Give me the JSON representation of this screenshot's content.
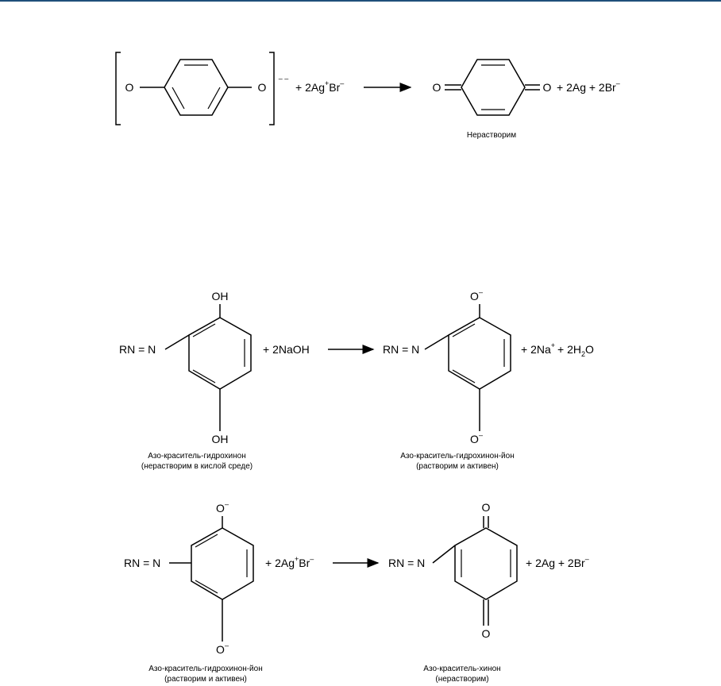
{
  "colors": {
    "top_rule": "#1f4f7a",
    "ink": "#000000"
  },
  "r1": {
    "o_left": "O",
    "o_right": "O",
    "charge": "– –",
    "reagent_a": "+ 2Ag",
    "reagent_sup1": "+",
    "reagent_b": "Br",
    "reagent_sup2": "–",
    "product_o_left": "O",
    "product_o_right": "O",
    "product_rest_a": "+ 2Ag + 2Br",
    "product_rest_sup": "–",
    "product_caption": "Нерастворим"
  },
  "r2": {
    "rn": "RN = N",
    "oh_top": "OH",
    "oh_bottom": "OH",
    "reagent": "+ 2NaOH",
    "rn2": "RN = N",
    "o_top": "O",
    "o_top_sup": "–",
    "o_bottom": "O",
    "o_bottom_sup": "–",
    "products_a": "+ 2Na",
    "products_sup": "+",
    "products_b": "+ 2H",
    "products_sub": "2",
    "products_c": "O",
    "caption_left_1": "Азо-краситель-гидрохинон",
    "caption_left_2": "(нерастворим в кислой среде)",
    "caption_right_1": "Азо-краситель-гидрохинон-йон",
    "caption_right_2": "(растворим и активен)"
  },
  "r3": {
    "rn": "RN = N",
    "o_top": "O",
    "o_top_sup": "–",
    "o_bottom": "O",
    "o_bottom_sup": "–",
    "reagent_a": "+ 2Ag",
    "reagent_sup1": "+",
    "reagent_b": "Br",
    "reagent_sup2": "–",
    "rn2": "RN = N",
    "q_top": "O",
    "q_bottom": "O",
    "products_a": "+ 2Ag + 2Br",
    "products_sup": "–",
    "caption_left_1": "Азо-краситель-гидрохинон-йон",
    "caption_left_2": "(растворим и активен)",
    "caption_right_1": "Азо-краситель-хинон",
    "caption_right_2": "(нерастворим)"
  }
}
